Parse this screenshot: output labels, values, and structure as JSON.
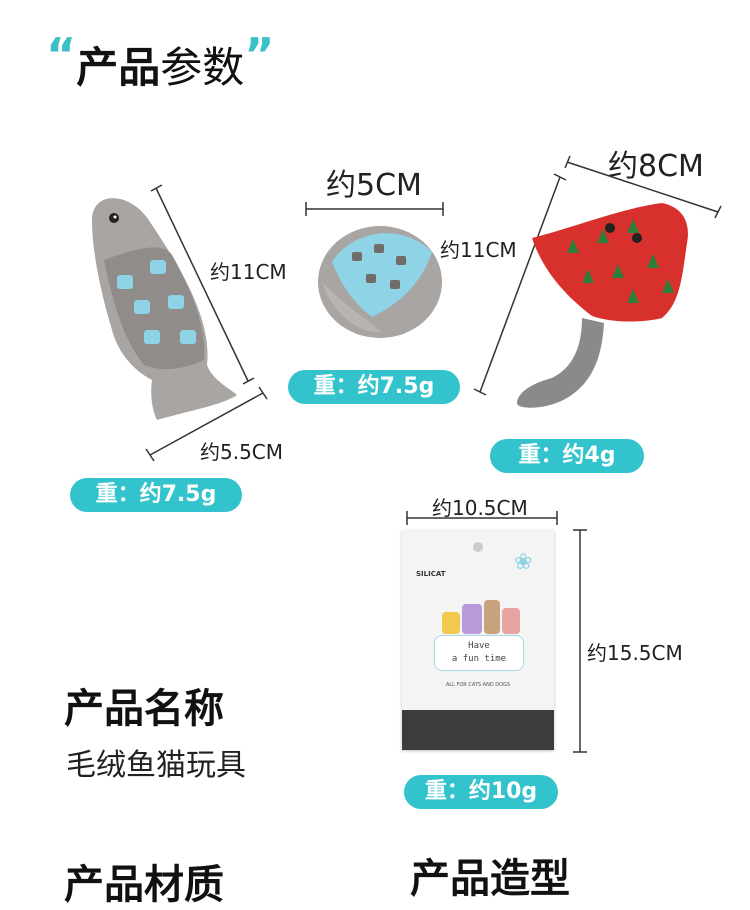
{
  "header": {
    "open_quote": "“",
    "bold": "产品",
    "light": "参数",
    "close_quote": "”"
  },
  "fish": {
    "height": "约11CM",
    "width": "约5.5CM",
    "weight": "重：约7.5g"
  },
  "ball": {
    "width": "约5CM",
    "weight": "重：约7.5g"
  },
  "stingray": {
    "width": "约8CM",
    "height": "约11CM",
    "weight": "重：约4g"
  },
  "card": {
    "width": "约10.5CM",
    "height": "约15.5CM",
    "weight": "重：约10g",
    "brand": "SILICAT",
    "line1": "Have",
    "line2": "a fun time",
    "tagline": "ALL FOR CATS AND DOGS"
  },
  "product_name": {
    "title": "产品名称",
    "value": "毛绒鱼猫玩具"
  },
  "material": {
    "title": "产品材质"
  },
  "shape": {
    "title": "产品造型"
  },
  "colors": {
    "accent": "#33c3cc",
    "fish_gray": "#a9a5a2",
    "fish_blue": "#8fd3e6",
    "ray_red": "#d8302c"
  }
}
